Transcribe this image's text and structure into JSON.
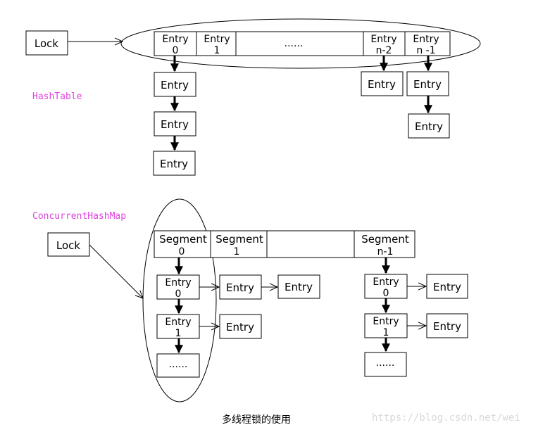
{
  "hashtable": {
    "title": "HashTable",
    "lock": "Lock",
    "entry": "Entry",
    "entries_top": [
      "0",
      "1",
      "n-2",
      "n -1"
    ],
    "ellipsis": "......"
  },
  "chm": {
    "title": "ConcurrentHashMap",
    "lock": "Lock",
    "segment": "Segment",
    "segments": [
      "0",
      "1",
      "n-1"
    ],
    "entry": "Entry",
    "entry_idx": [
      "0",
      "1"
    ],
    "ellipsis": "......"
  },
  "colors": {
    "title": "#e040e0",
    "line": "#000000"
  },
  "caption": "多线程锁的使用",
  "watermark": "https://blog.csdn.net/wei"
}
